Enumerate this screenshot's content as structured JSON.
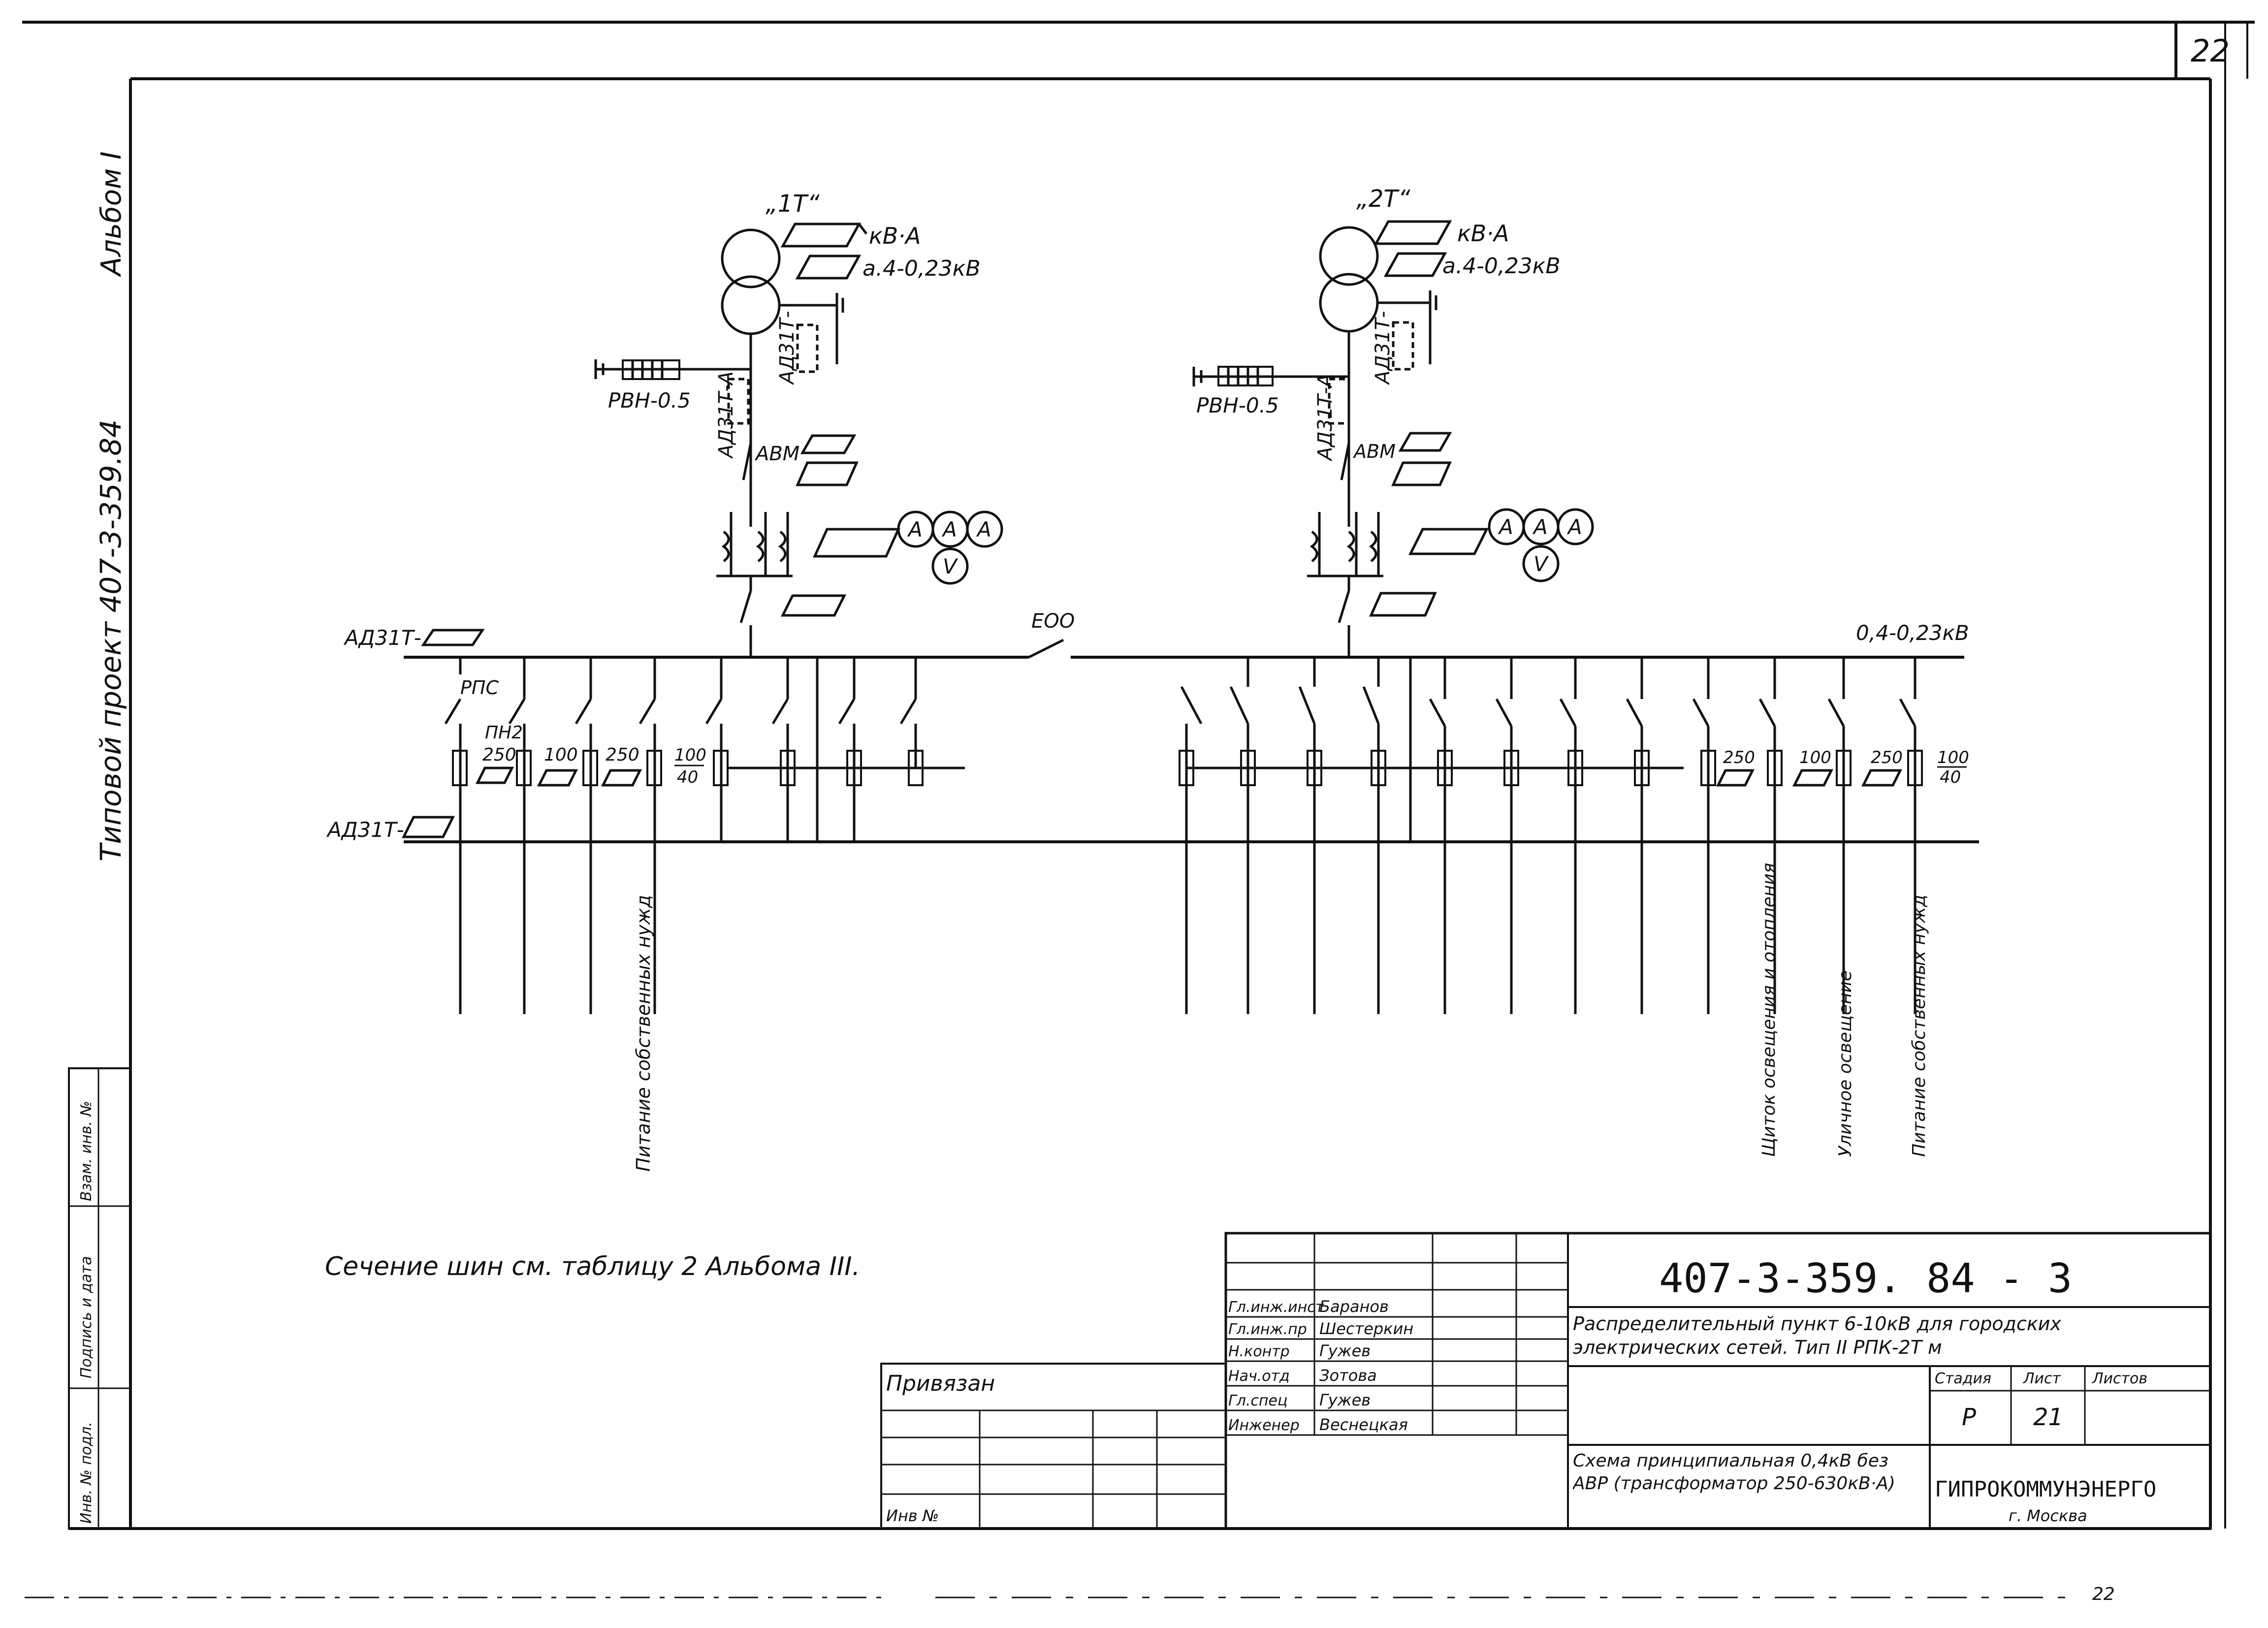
{
  "sheet_number": "22",
  "side": {
    "album": "Альбом I",
    "project": "Типовой проект 407-3-359.84"
  },
  "transformers": [
    {
      "name": "„1Т“",
      "rating_label": "кВ·А",
      "voltage_label": "а.4-0,23кВ",
      "arrester": "РВН-0.5",
      "relay": "АД31Т-А",
      "relay2": "АД31Т-",
      "breaker": "АВМ"
    },
    {
      "name": "„2Т“",
      "rating_label": "кВ·А",
      "voltage_label": "а.4-0,23кВ",
      "arrester": "РВН-0.5",
      "relay": "АД31Т-А",
      "relay2": "АД31Т-",
      "breaker": "АВМ"
    }
  ],
  "meters": [
    "A",
    "A",
    "A",
    "V"
  ],
  "bus": {
    "label_left_top": "АД31Т-",
    "label_left_bottom": "АД31Т-",
    "coupler": "ЕОО",
    "voltage": "0,4-0,23кВ"
  },
  "feeder_labels": {
    "rps": "РПС",
    "png": "ПН2",
    "f1_top": "250",
    "f2": "100",
    "f3": "250",
    "f4_num": "100",
    "f4_den": "40",
    "r1": "250",
    "r2": "100",
    "r3": "250",
    "r4_num": "100",
    "r4_den": "40"
  },
  "vertical_notes": {
    "left": "Питание собственных нужд",
    "right1": "Щиток освещения и отопления",
    "right2": "Уличное освещение",
    "right3": "Питание собственных нужд"
  },
  "note": "Сечение шин см. таблицу 2 Альбома III.",
  "privyazan": "Привязан",
  "inv_no": "Инв №",
  "left_stamp": [
    "Инв. № подл.",
    "Подпись и дата",
    "Взам. инв. №"
  ],
  "title_block": {
    "code": "407-3-359. 84 - 3",
    "people": [
      [
        "Гл.инж.инст",
        "Баранов"
      ],
      [
        "Гл.инж.пр",
        "Шестеркин"
      ],
      [
        "Н.контр",
        "Гужев"
      ],
      [
        "Нач.отд",
        "Зотова"
      ],
      [
        "Гл.спец",
        "Гужев"
      ],
      [
        "Инженер",
        "Веснецкая"
      ]
    ],
    "description": "Распределительный пункт 6-10кВ для городских электрических сетей. Тип II РПК-2Т м",
    "stage_header": "Стадия",
    "sheet_header": "Лист",
    "sheets_header": "Листов",
    "stage": "Р",
    "sheet": "21",
    "drawing_title": "Схема принципиальная 0,4кВ без АВР (трансформатор 250-630кВ·А)",
    "org": "ГИПРОКОММУНЭНЕРГО",
    "city": "г. Москва"
  },
  "bottom_number": "22"
}
